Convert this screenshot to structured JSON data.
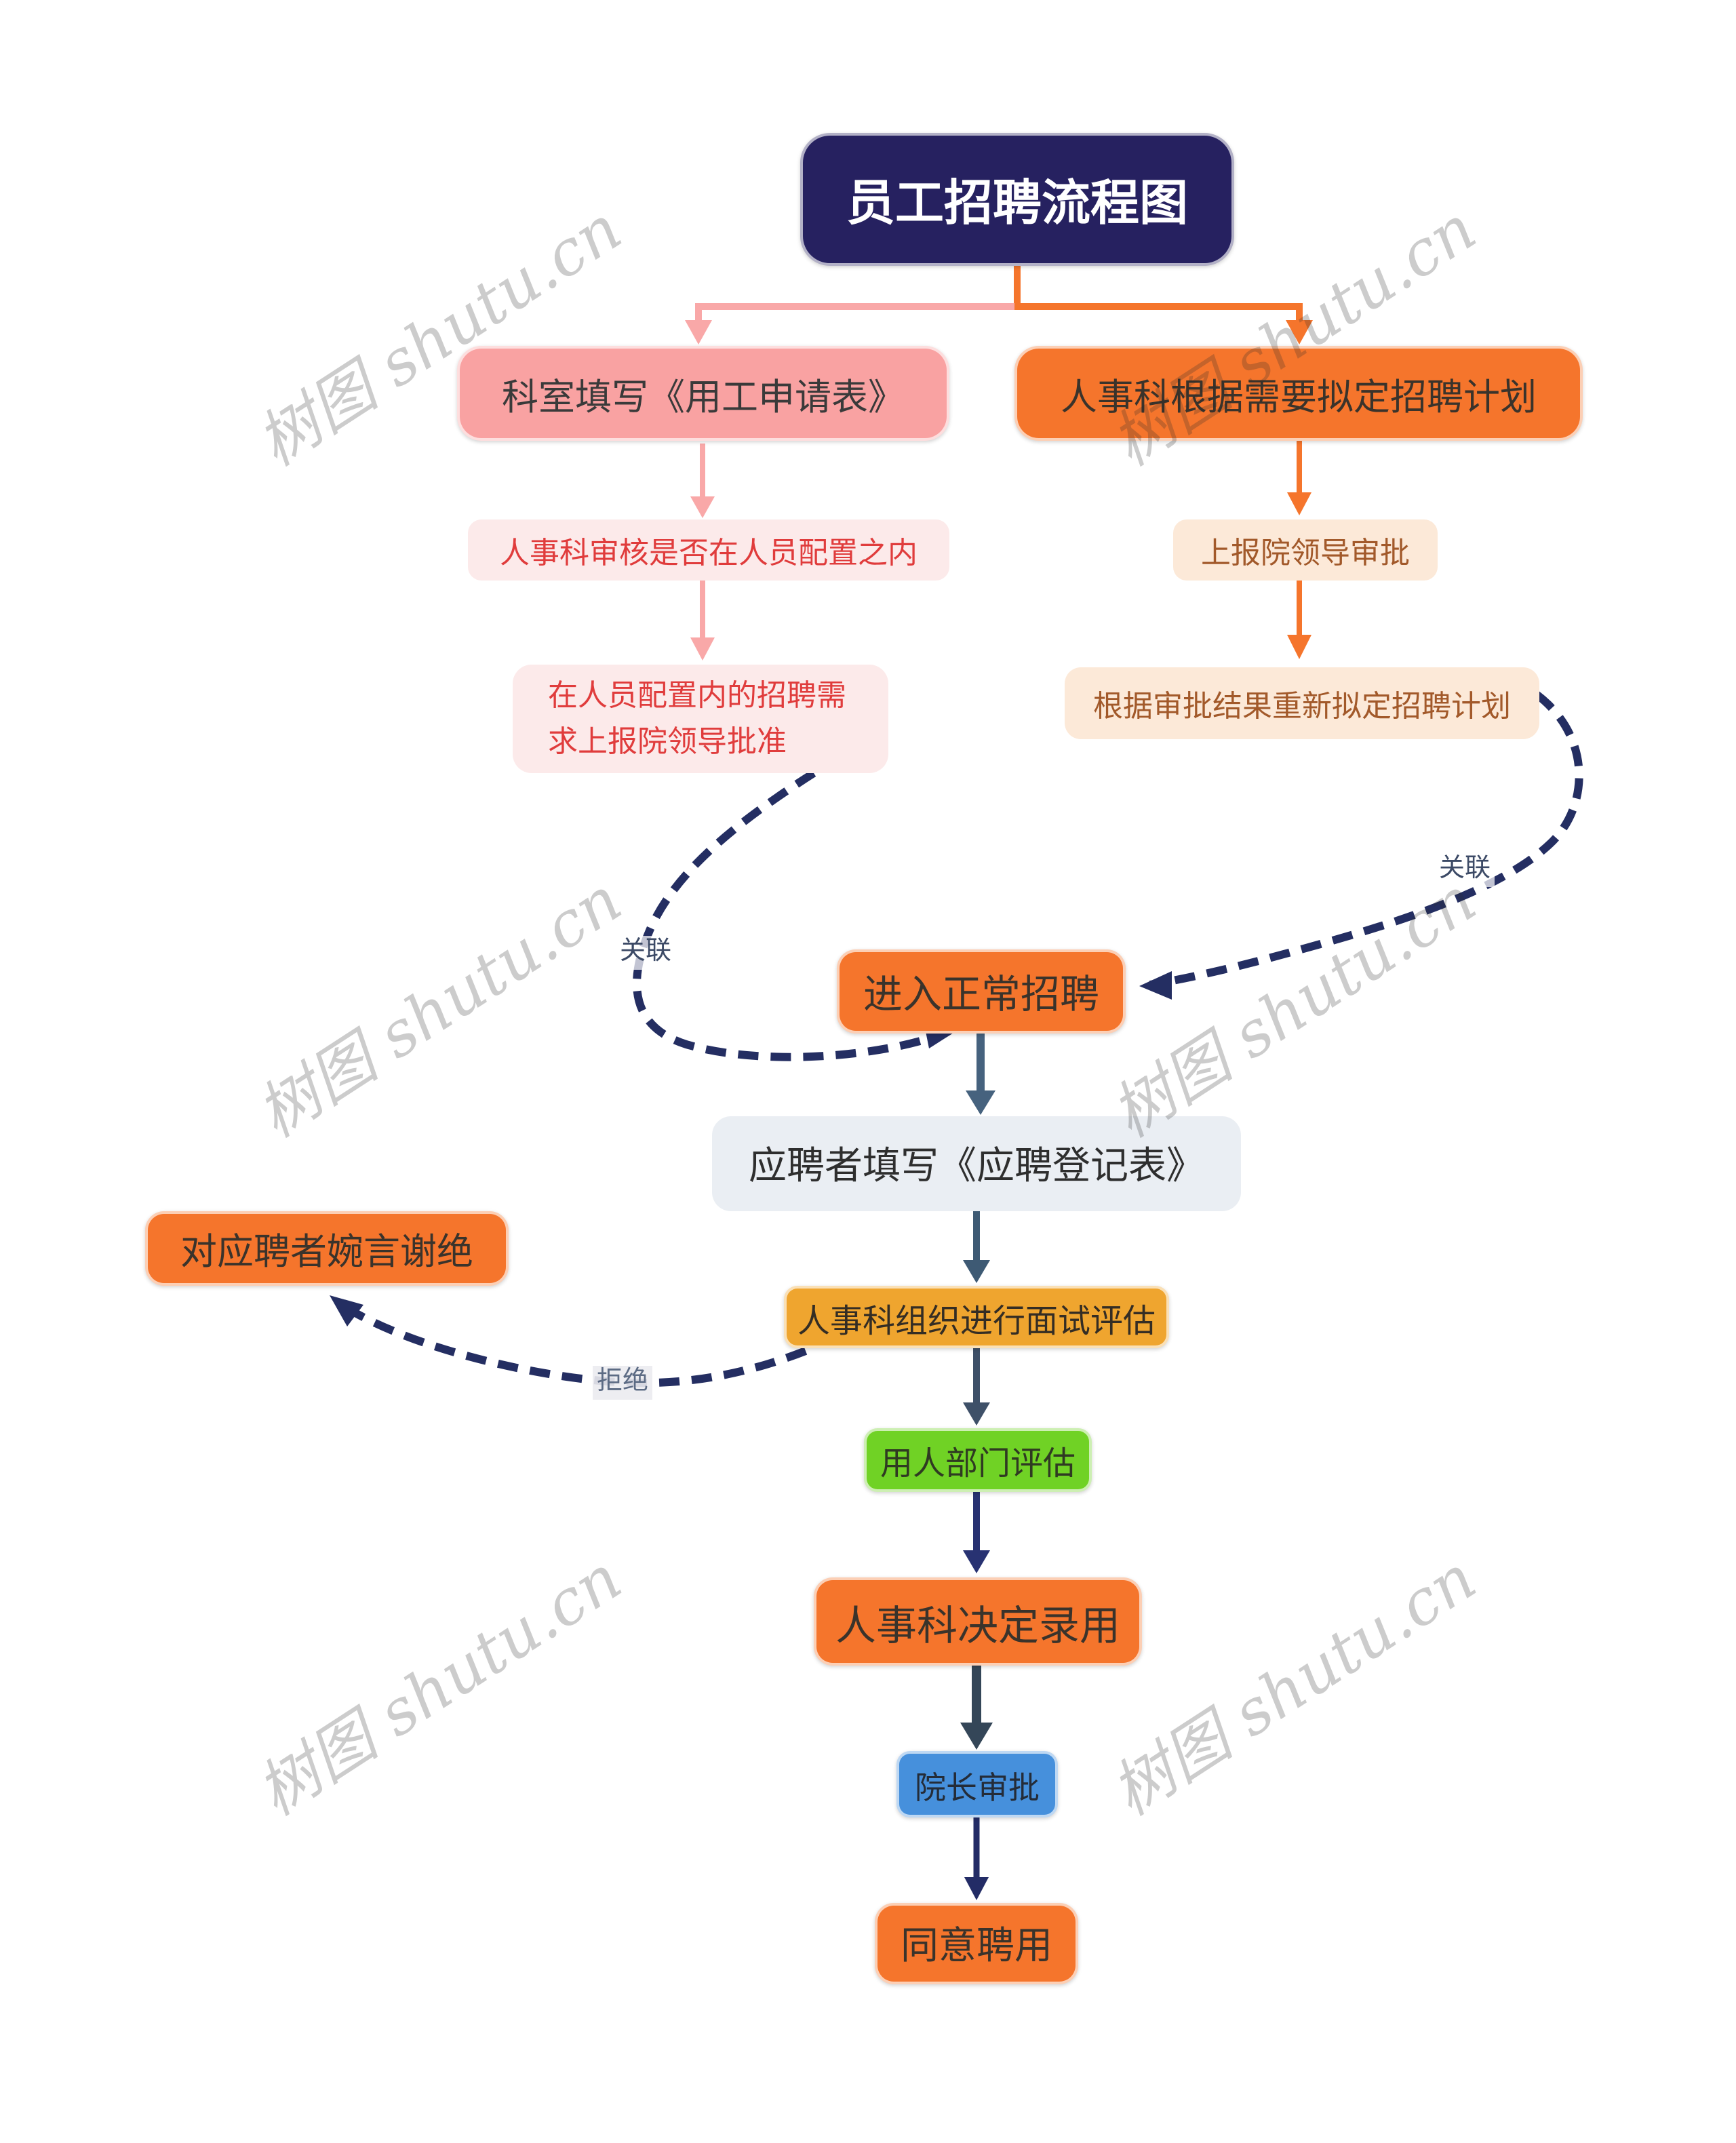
{
  "watermark": {
    "text": "树图 shutu.cn"
  },
  "nodes": {
    "title": {
      "label": "员工招聘流程图"
    },
    "dept_form": {
      "label": "科室填写《用工申请表》"
    },
    "hr_plan": {
      "label": "人事科根据需要拟定招聘计划"
    },
    "hr_review": {
      "label": "人事科审核是否在人员配置之内"
    },
    "report_approval": {
      "label": "在人员配置内的招聘需求上报院领导批准"
    },
    "submit_leaders": {
      "label": "上报院领导审批"
    },
    "revise_plan": {
      "label": "根据审批结果重新拟定招聘计划"
    },
    "normal_recruit": {
      "label": "进入正常招聘"
    },
    "fill_registration": {
      "label": "应聘者填写《应聘登记表》"
    },
    "interview_eval": {
      "label": "人事科组织进行面试评估"
    },
    "dept_eval": {
      "label": "用人部门评估"
    },
    "hr_decide": {
      "label": "人事科决定录用"
    },
    "dean_approval": {
      "label": "院长审批"
    },
    "agree_hire": {
      "label": "同意聘用"
    },
    "decline": {
      "label": "对应聘者婉言谢绝"
    }
  },
  "edge_labels": {
    "assoc_left": "关联",
    "assoc_right": "关联",
    "reject": "拒绝"
  },
  "colors": {
    "title_bg": "#262160",
    "pink_bg": "#F9A2A2",
    "light_pink_bg": "#FCEAEA",
    "red_text": "#E03C3C",
    "orange_bg": "#F5752C",
    "peach_bg": "#FCE9D8",
    "peach_text": "#A2592A",
    "gray_bg": "#EAEEF3",
    "amber_bg": "#EFA52F",
    "green_bg": "#70D225",
    "blue_bg": "#4690DC",
    "dashed_edge": "#242E62",
    "pink_edge": "#F9A8A8",
    "orange_edge": "#F5752C",
    "slate_edge": "#46627E",
    "navy_edge": "#283272"
  }
}
